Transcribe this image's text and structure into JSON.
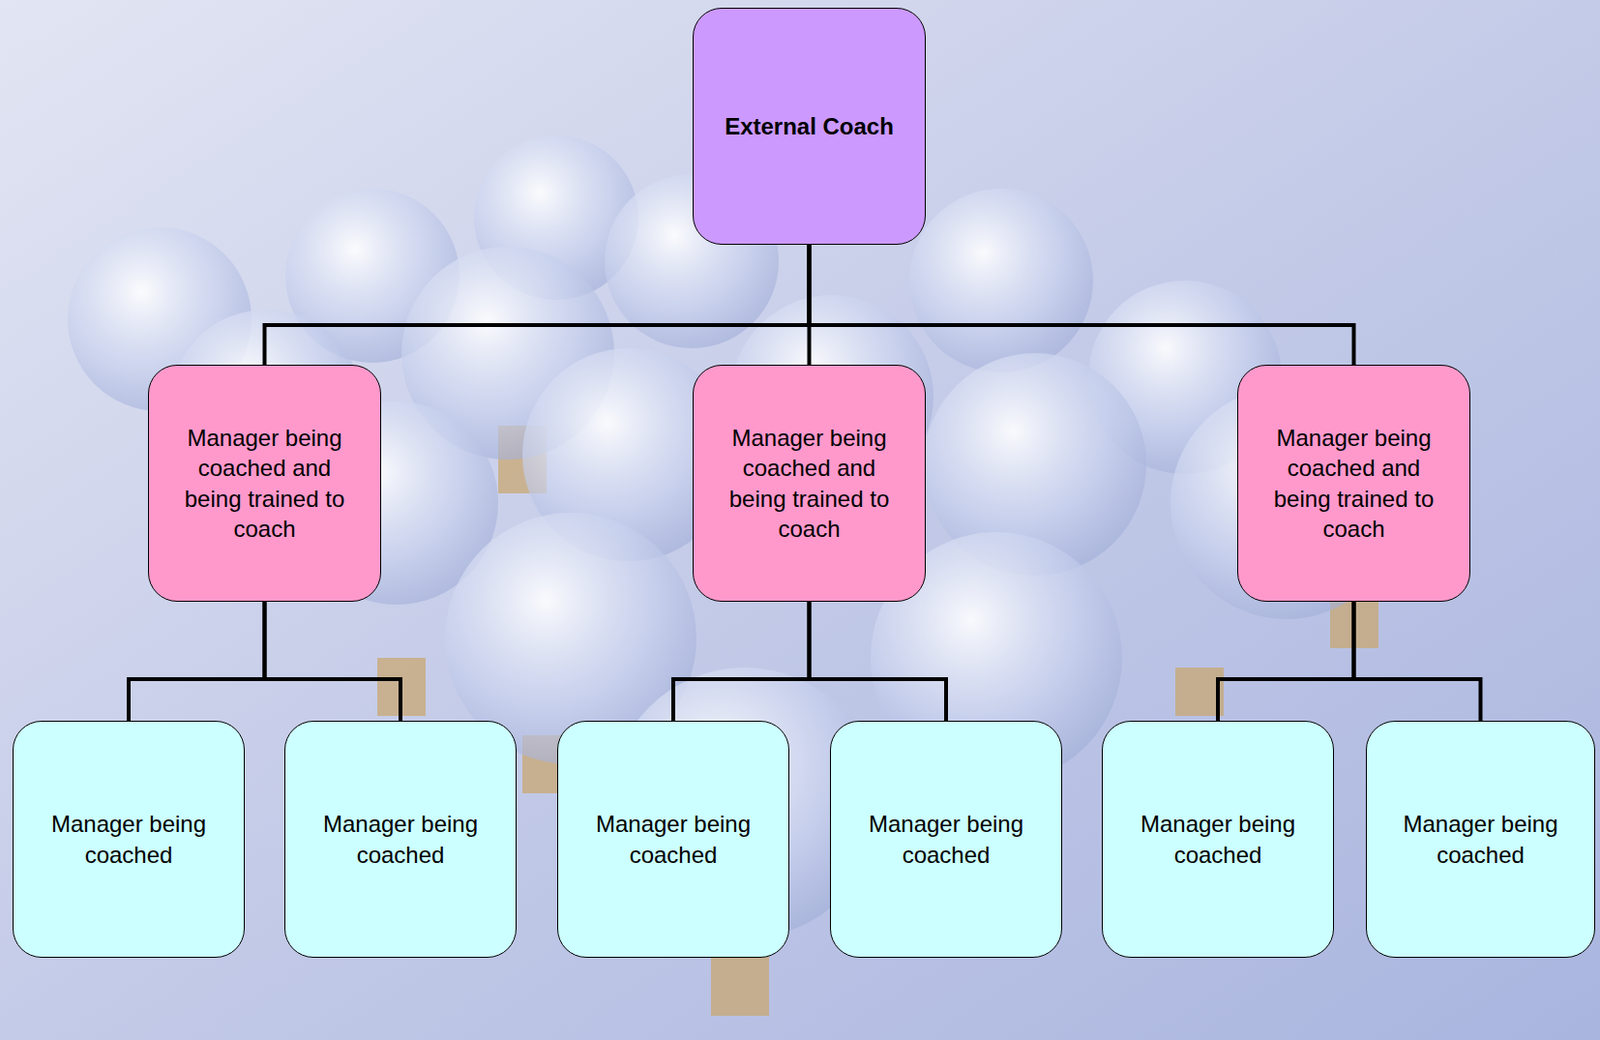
{
  "diagram": {
    "nodes": [
      {
        "text": [
          "External Coach"
        ]
      },
      {
        "text": [
          "Manager being coached and being trained to coach"
        ]
      },
      {
        "text": [
          "Manager being coached and being trained to coach"
        ]
      },
      {
        "text": [
          "Manager being coached and being trained to coach"
        ]
      },
      {
        "text": [
          "Manager being coached"
        ]
      },
      {
        "text": [
          "Manager being coached"
        ]
      },
      {
        "text": [
          "Manager being coached"
        ]
      },
      {
        "text": [
          "Manager being coached"
        ]
      },
      {
        "text": [
          "Manager being coached"
        ]
      },
      {
        "text": [
          "Manager being coached"
        ]
      }
    ],
    "edges": [
      {
        "from": 0,
        "to": 1,
        "arrow": "none"
      },
      {
        "from": 0,
        "to": 2,
        "arrow": "none"
      },
      {
        "from": 0,
        "to": 3,
        "arrow": "none"
      },
      {
        "from": 1,
        "to": 4,
        "arrow": "none"
      },
      {
        "from": 1,
        "to": 5,
        "arrow": "none"
      },
      {
        "from": 2,
        "to": 6,
        "arrow": "none"
      },
      {
        "from": 2,
        "to": 7,
        "arrow": "none"
      },
      {
        "from": 3,
        "to": 8,
        "arrow": "none"
      },
      {
        "from": 3,
        "to": 9,
        "arrow": "none"
      }
    ]
  }
}
